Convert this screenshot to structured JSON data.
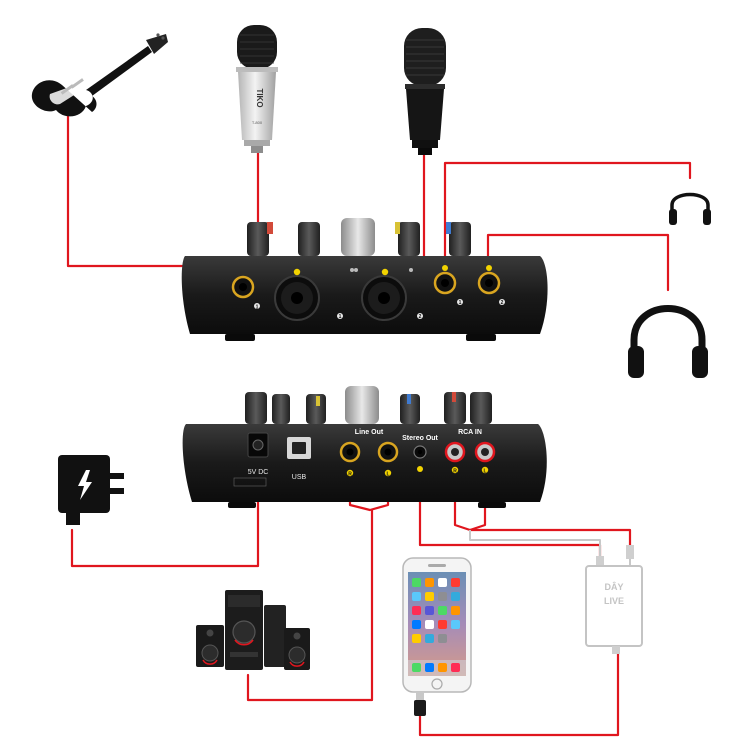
{
  "microphone_left": {
    "brand": "TIKO",
    "model": "T-800"
  },
  "front_panel": {
    "input_labels": [
      "1",
      "1",
      "2"
    ],
    "headphone_labels": [
      "1",
      "2"
    ]
  },
  "rear_panel": {
    "power_label": "5V DC",
    "usb_label": "USB",
    "line_out_label": "Line Out",
    "stereo_out_label": "Stereo Out",
    "rca_in_label": "RCA IN",
    "line_out_channels": [
      "R",
      "L"
    ],
    "rca_channels": [
      "R",
      "L"
    ]
  },
  "live_cable": {
    "line1": "DÂY",
    "line2": "LIVE"
  },
  "colors": {
    "wire": "#e0161e",
    "device": "#1c1c1c",
    "jack_ring": "#d9a520"
  },
  "icons": [
    "guitar-icon",
    "condenser-mic-icon",
    "dynamic-mic-icon",
    "headphones-icon",
    "power-adapter-icon",
    "speaker-system-icon",
    "smartphone-icon"
  ]
}
